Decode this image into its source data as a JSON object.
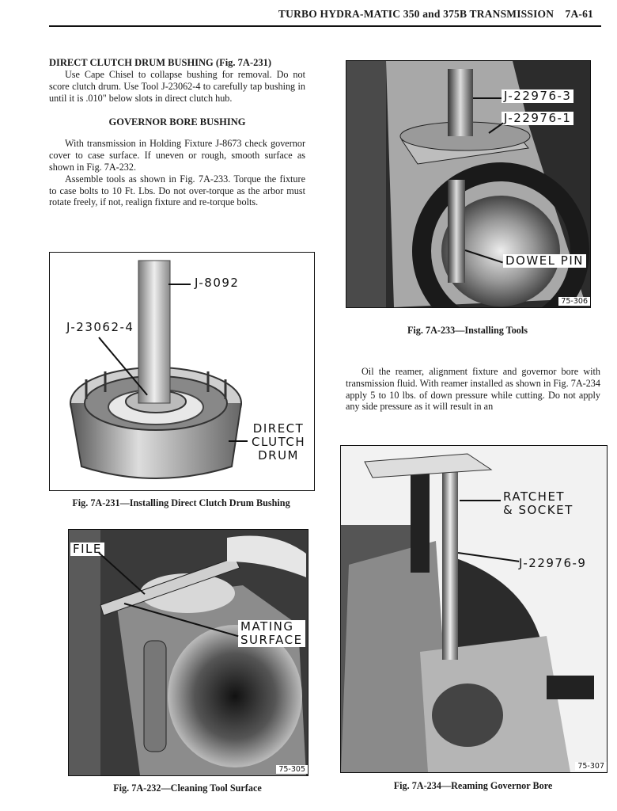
{
  "header": {
    "title": "TURBO HYDRA-MATIC 350 and 375B TRANSMISSION    7A-61"
  },
  "left_column": {
    "section1_heading": "DIRECT CLUTCH DRUM BUSHING (Fig. 7A-231)",
    "section1_text": "Use Cape Chisel to collapse bushing for removal. Do not score clutch drum. Use Tool J-23062-4 to carefully tap bushing in until it is .010\" below slots in direct clutch hub.",
    "section2_heading": "GOVERNOR BORE BUSHING",
    "section2_p1": "With transmission in Holding Fixture J-8673 check governor cover to case surface. If uneven or rough, smooth surface as shown in Fig. 7A-232.",
    "section2_p2": "Assemble tools as shown in Fig. 7A-233. Torque the fixture to case bolts to 10 Ft. Lbs. Do not over-torque as the arbor must rotate freely, if not, realign fixture and re-torque bolts."
  },
  "right_column": {
    "paragraph": "Oil the reamer, alignment fixture and governor bore with transmission fluid. With reamer installed as shown in Fig. 7A-234 apply 5 to 10 lbs. of down pressure while cutting. Do not apply any side pressure as it will result in an"
  },
  "figures": {
    "fig231": {
      "caption": "Fig. 7A-231—Installing Direct Clutch Drum Bushing",
      "labels": {
        "tool1": "J-8092",
        "tool2": "J-23062-4",
        "drum": "DIRECT\nCLUTCH\nDRUM"
      }
    },
    "fig232": {
      "caption": "Fig. 7A-232—Cleaning Tool Surface",
      "labels": {
        "file": "FILE",
        "mating": "MATING\nSURFACE"
      },
      "number": "75-305"
    },
    "fig233": {
      "caption": "Fig. 7A-233—Installing Tools",
      "labels": {
        "tool1": "J-22976-3",
        "tool2": "J-22976-1",
        "pin": "DOWEL PIN"
      },
      "number": "75-306"
    },
    "fig234": {
      "caption": "Fig. 7A-234—Reaming Governor Bore",
      "labels": {
        "ratchet": "RATCHET\n& SOCKET",
        "tool": "J-22976-9"
      },
      "number": "75-307"
    }
  }
}
